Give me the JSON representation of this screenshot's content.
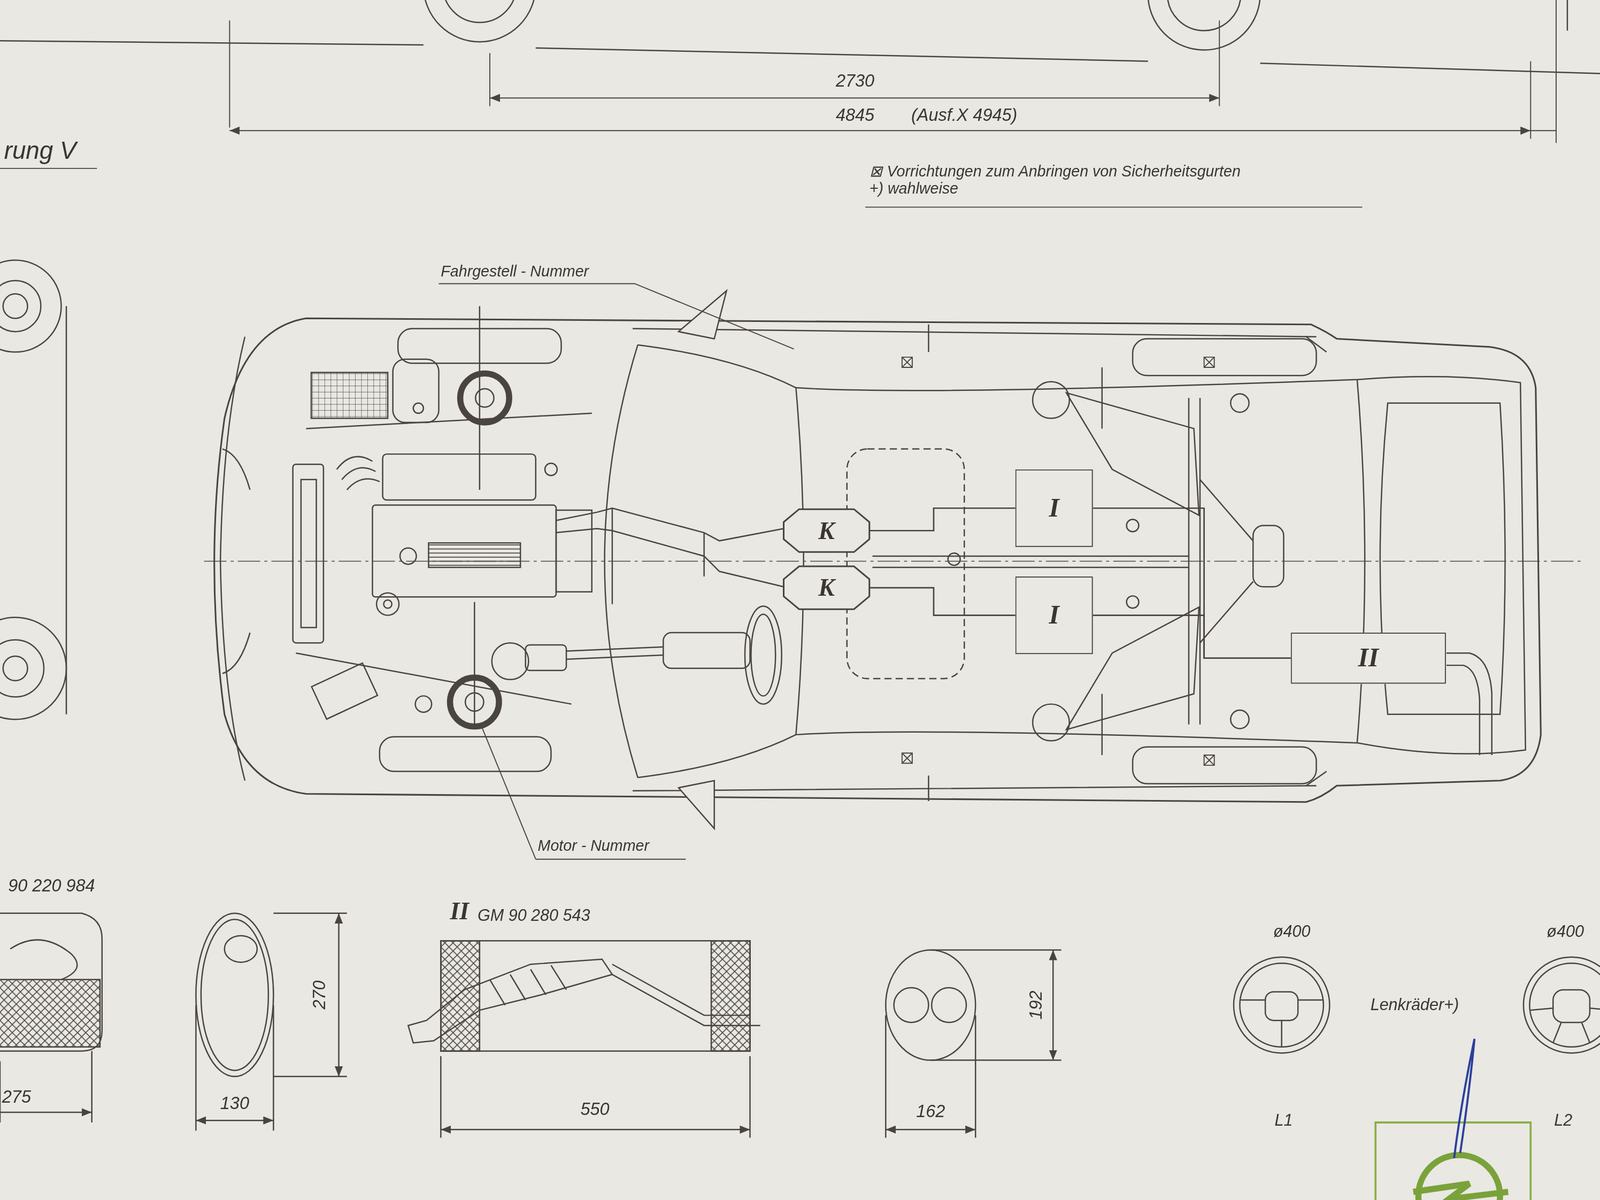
{
  "diagram": {
    "nodes": [
      {
        "text": [
          "K"
        ]
      },
      {
        "text": [
          "K"
        ]
      },
      {
        "text": [
          "I"
        ]
      },
      {
        "text": [
          "I"
        ]
      },
      {
        "text": [
          "II"
        ]
      }
    ],
    "edges": [
      {
        "from": 0,
        "to": 2,
        "arrow": "none"
      },
      {
        "from": 1,
        "to": 3,
        "arrow": "none"
      },
      {
        "from": 2,
        "to": 4,
        "arrow": "none"
      },
      {
        "from": 3,
        "to": 4,
        "arrow": "none"
      }
    ],
    "labels": [
      "2730",
      "4845",
      "(Ausf.X 4945)",
      "rung V",
      "⊠ Vorrichtungen zum Anbringen von Sicherheitsgurten",
      "+) wahlweise",
      "Fahrgestell - Nummer",
      "Motor - Nummer",
      "90 220 984",
      "275",
      "270",
      "130",
      "II",
      "GM 90 280 543",
      "550",
      "192",
      "162",
      "ø400",
      "ø400",
      "Lenkräder+)",
      "L1",
      "L2"
    ]
  }
}
